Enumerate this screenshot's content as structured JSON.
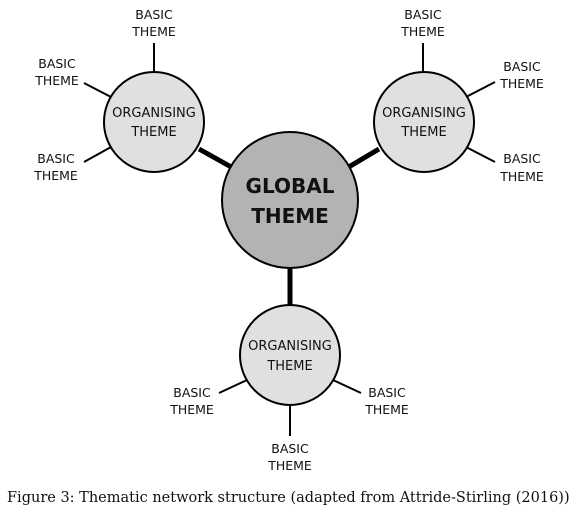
{
  "global_theme": {
    "line1": "GLOBAL",
    "line2": "THEME"
  },
  "organising_themes": [
    {
      "line1": "ORGANISING",
      "line2": "THEME"
    },
    {
      "line1": "ORGANISING",
      "line2": "THEME"
    },
    {
      "line1": "ORGANISING",
      "line2": "THEME"
    }
  ],
  "basic_themes": [
    {
      "line1": "BASIC",
      "line2": "THEME"
    },
    {
      "line1": "BASIC",
      "line2": "THEME"
    },
    {
      "line1": "BASIC",
      "line2": "THEME"
    },
    {
      "line1": "BASIC",
      "line2": "THEME"
    },
    {
      "line1": "BASIC",
      "line2": "THEME"
    },
    {
      "line1": "BASIC",
      "line2": "THEME"
    },
    {
      "line1": "BASIC",
      "line2": "THEME"
    },
    {
      "line1": "BASIC",
      "line2": "THEME"
    },
    {
      "line1": "BASIC",
      "line2": "THEME"
    }
  ],
  "caption": "Figure 3: Thematic network structure (adapted from Attride-Stirling (2016))",
  "colors": {
    "global_fill": "#b3b3b3",
    "organising_fill": "#e0e0e0",
    "stroke": "#000000"
  }
}
